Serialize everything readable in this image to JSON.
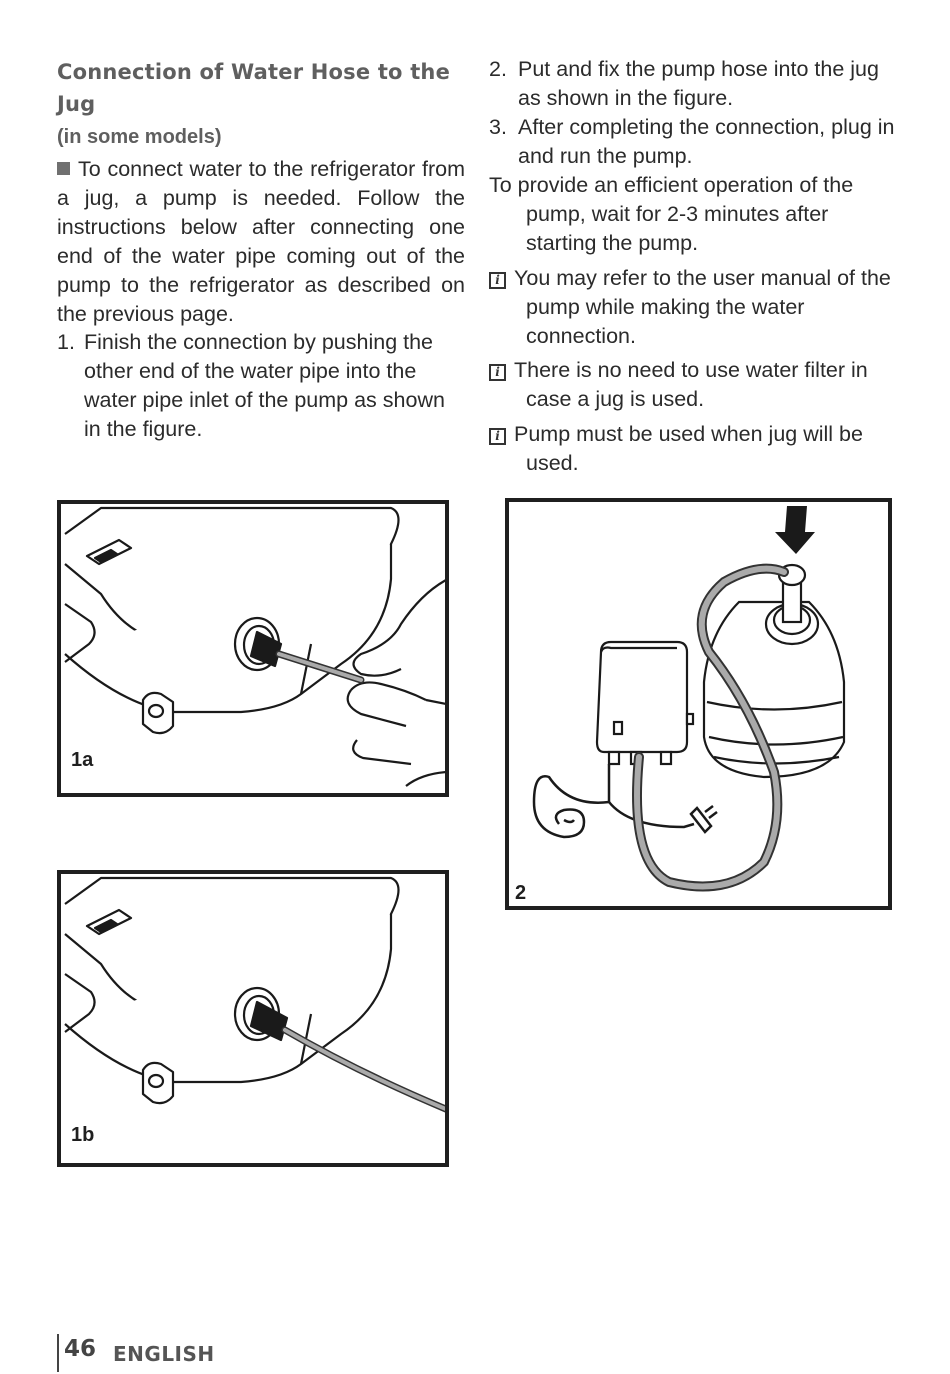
{
  "left": {
    "heading": "Connection of Water Hose to the Jug",
    "subheading": "(in some models)",
    "intro": "To connect water to the refrigerator from a jug, a pump is needed. Follow the instructions below after connecting one end of the water pipe coming out of the pump to the refrigerator as described on the previous page.",
    "step1_num": "1.",
    "step1_text": "Finish the connection by pushing the other end of the water pipe into the water pipe inlet of the pump as shown in the figure."
  },
  "right": {
    "step2_num": "2.",
    "step2_text": "Put and fix the pump hose into the jug as shown in the figure.",
    "step3_num": "3.",
    "step3_text": "After completing the connection, plug in and run the pump.",
    "efficiency_note": "To provide an efficient operation of the pump, wait for 2-3 minutes after starting the pump.",
    "info_1": "You may refer to the user manual of the pump while making the water connection.",
    "info_2": "There is no need to use water filter in case a jug is used.",
    "info_3": "Pump must be used when jug will be used."
  },
  "figures": {
    "fig_1a_label": "1a",
    "fig_1b_label": "1b",
    "fig_2_label": "2"
  },
  "footer": {
    "page_number": "46",
    "language": "ENGLISH"
  },
  "icons": {
    "bullet": "square-bullet-icon",
    "info": "info-icon"
  }
}
